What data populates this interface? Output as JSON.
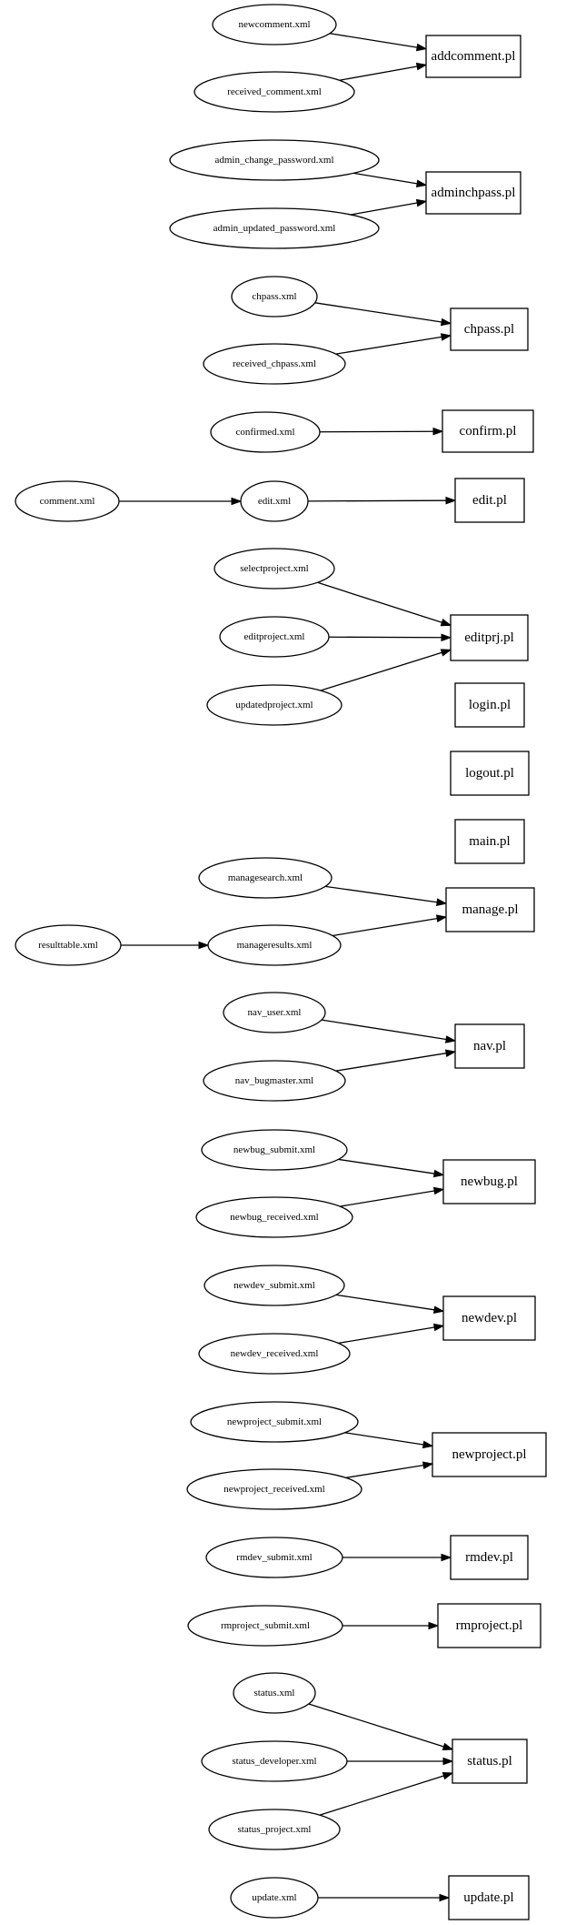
{
  "nodes": [
    {
      "id": "n1",
      "label": "newcomment.xml",
      "kind": "xml"
    },
    {
      "id": "n2",
      "label": "received_comment.xml",
      "kind": "xml"
    },
    {
      "id": "n3",
      "label": "addcomment.pl",
      "kind": "pl"
    },
    {
      "id": "n4",
      "label": "admin_change_password.xml",
      "kind": "xml"
    },
    {
      "id": "n5",
      "label": "admin_updated_password.xml",
      "kind": "xml"
    },
    {
      "id": "n6",
      "label": "adminchpass.pl",
      "kind": "pl"
    },
    {
      "id": "n7",
      "label": "chpass.xml",
      "kind": "xml"
    },
    {
      "id": "n8",
      "label": "received_chpass.xml",
      "kind": "xml"
    },
    {
      "id": "n9",
      "label": "chpass.pl",
      "kind": "pl"
    },
    {
      "id": "n10",
      "label": "confirmed.xml",
      "kind": "xml"
    },
    {
      "id": "n11",
      "label": "confirm.pl",
      "kind": "pl"
    },
    {
      "id": "n12",
      "label": "comment.xml",
      "kind": "xml"
    },
    {
      "id": "n13",
      "label": "edit.xml",
      "kind": "xml"
    },
    {
      "id": "n14",
      "label": "edit.pl",
      "kind": "pl"
    },
    {
      "id": "n15",
      "label": "selectproject.xml",
      "kind": "xml"
    },
    {
      "id": "n16",
      "label": "editproject.xml",
      "kind": "xml"
    },
    {
      "id": "n17",
      "label": "updatedproject.xml",
      "kind": "xml"
    },
    {
      "id": "n18",
      "label": "editprj.pl",
      "kind": "pl"
    },
    {
      "id": "n19",
      "label": "login.pl",
      "kind": "pl"
    },
    {
      "id": "n20",
      "label": "logout.pl",
      "kind": "pl"
    },
    {
      "id": "n21",
      "label": "main.pl",
      "kind": "pl"
    },
    {
      "id": "n22",
      "label": "managesearch.xml",
      "kind": "xml"
    },
    {
      "id": "n23",
      "label": "resulttable.xml",
      "kind": "xml"
    },
    {
      "id": "n24",
      "label": "manageresults.xml",
      "kind": "xml"
    },
    {
      "id": "n25",
      "label": "manage.pl",
      "kind": "pl"
    },
    {
      "id": "n26",
      "label": "nav_user.xml",
      "kind": "xml"
    },
    {
      "id": "n27",
      "label": "nav_bugmaster.xml",
      "kind": "xml"
    },
    {
      "id": "n28",
      "label": "nav.pl",
      "kind": "pl"
    },
    {
      "id": "n29",
      "label": "newbug_submit.xml",
      "kind": "xml"
    },
    {
      "id": "n30",
      "label": "newbug_received.xml",
      "kind": "xml"
    },
    {
      "id": "n31",
      "label": "newbug.pl",
      "kind": "pl"
    },
    {
      "id": "n32",
      "label": "newdev_submit.xml",
      "kind": "xml"
    },
    {
      "id": "n33",
      "label": "newdev_received.xml",
      "kind": "xml"
    },
    {
      "id": "n34",
      "label": "newdev.pl",
      "kind": "pl"
    },
    {
      "id": "n35",
      "label": "newproject_submit.xml",
      "kind": "xml"
    },
    {
      "id": "n36",
      "label": "newproject_received.xml",
      "kind": "xml"
    },
    {
      "id": "n37",
      "label": "newproject.pl",
      "kind": "pl"
    },
    {
      "id": "n38",
      "label": "rmdev_submit.xml",
      "kind": "xml"
    },
    {
      "id": "n39",
      "label": "rmdev.pl",
      "kind": "pl"
    },
    {
      "id": "n40",
      "label": "rmproject_submit.xml",
      "kind": "xml"
    },
    {
      "id": "n41",
      "label": "rmproject.pl",
      "kind": "pl"
    },
    {
      "id": "n42",
      "label": "status.xml",
      "kind": "xml"
    },
    {
      "id": "n43",
      "label": "status_developer.xml",
      "kind": "xml"
    },
    {
      "id": "n44",
      "label": "status_project.xml",
      "kind": "xml"
    },
    {
      "id": "n45",
      "label": "status.pl",
      "kind": "pl"
    },
    {
      "id": "n46",
      "label": "update.xml",
      "kind": "xml"
    },
    {
      "id": "n47",
      "label": "update.pl",
      "kind": "pl"
    }
  ],
  "edges": [
    {
      "from": "n1",
      "to": "n3"
    },
    {
      "from": "n2",
      "to": "n3"
    },
    {
      "from": "n4",
      "to": "n6"
    },
    {
      "from": "n5",
      "to": "n6"
    },
    {
      "from": "n7",
      "to": "n9"
    },
    {
      "from": "n8",
      "to": "n9"
    },
    {
      "from": "n10",
      "to": "n11"
    },
    {
      "from": "n12",
      "to": "n13"
    },
    {
      "from": "n13",
      "to": "n14"
    },
    {
      "from": "n15",
      "to": "n18"
    },
    {
      "from": "n16",
      "to": "n18"
    },
    {
      "from": "n17",
      "to": "n18"
    },
    {
      "from": "n22",
      "to": "n25"
    },
    {
      "from": "n23",
      "to": "n24"
    },
    {
      "from": "n24",
      "to": "n25"
    },
    {
      "from": "n26",
      "to": "n28"
    },
    {
      "from": "n27",
      "to": "n28"
    },
    {
      "from": "n29",
      "to": "n31"
    },
    {
      "from": "n30",
      "to": "n31"
    },
    {
      "from": "n32",
      "to": "n34"
    },
    {
      "from": "n33",
      "to": "n34"
    },
    {
      "from": "n35",
      "to": "n37"
    },
    {
      "from": "n36",
      "to": "n37"
    },
    {
      "from": "n38",
      "to": "n39"
    },
    {
      "from": "n40",
      "to": "n41"
    },
    {
      "from": "n42",
      "to": "n45"
    },
    {
      "from": "n43",
      "to": "n45"
    },
    {
      "from": "n44",
      "to": "n45"
    },
    {
      "from": "n46",
      "to": "n47"
    }
  ]
}
